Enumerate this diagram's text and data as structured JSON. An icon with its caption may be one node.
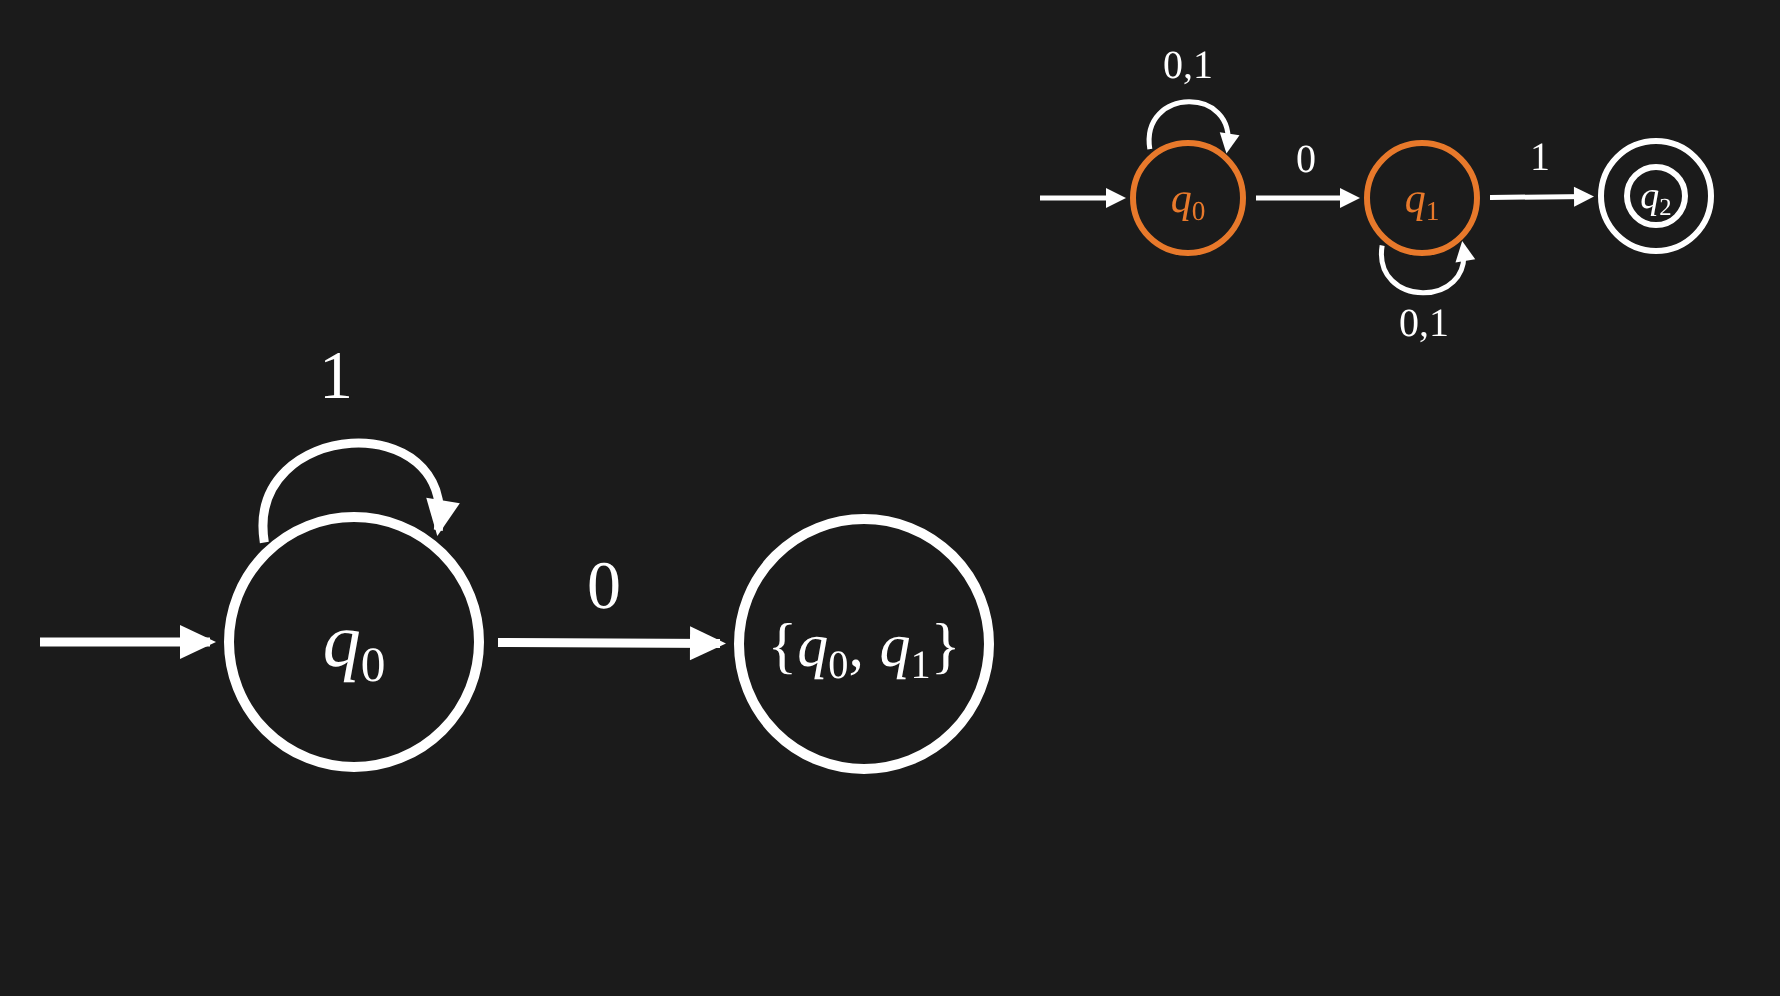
{
  "diagram": {
    "nodes": [
      {
        "text": [
          "*q*$_{0}$"
        ]
      },
      {
        "text": [
          "*q*$_{1}$"
        ]
      },
      {
        "text": [
          "*q*$_{2}$"
        ]
      },
      {
        "text": [
          "*q*$_{0}$"
        ]
      },
      {
        "text": [
          "{*q*$_{0}$, *q*$_{1}$}"
        ]
      }
    ],
    "edges": [
      {
        "from": null,
        "to": 0,
        "arrow": "to"
      },
      {
        "from": 0,
        "to": 0,
        "arrow": "to",
        "label": "0,1"
      },
      {
        "from": 0,
        "to": 1,
        "arrow": "to",
        "label": "0"
      },
      {
        "from": 1,
        "to": 1,
        "arrow": "to",
        "label": "0,1"
      },
      {
        "from": 1,
        "to": 2,
        "arrow": "to",
        "label": "1"
      },
      {
        "from": null,
        "to": 3,
        "arrow": "to",
        "style": "thick"
      },
      {
        "from": 3,
        "to": 3,
        "arrow": "to",
        "label": "1",
        "style": "thick"
      },
      {
        "from": 3,
        "to": 4,
        "arrow": "to",
        "label": "0",
        "style": "thick"
      }
    ]
  }
}
